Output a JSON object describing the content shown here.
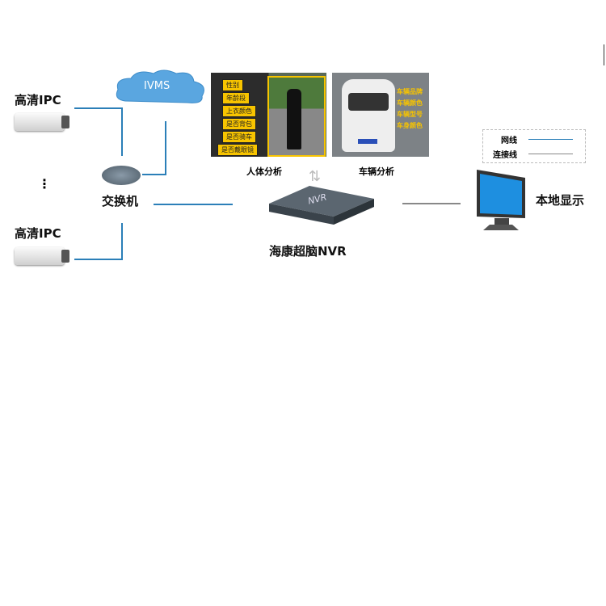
{
  "nodes": {
    "ipc_top": "高清IPC",
    "ipc_bottom": "高清IPC",
    "ellipsis": "⋮",
    "cloud": "IVMS",
    "switch": "交换机",
    "nvr": "海康超脑NVR",
    "nvr_logo": "NVR",
    "display": "本地显示"
  },
  "human_analysis": {
    "caption": "人体分析",
    "tags": [
      "性别",
      "年龄段",
      "上衣颜色",
      "是否背包",
      "是否骑车",
      "是否戴眼镜"
    ]
  },
  "vehicle_analysis": {
    "caption": "车辆分析",
    "tags": [
      "车辆品牌",
      "车辆颜色",
      "车辆型号",
      "车身颜色"
    ]
  },
  "legend": {
    "network": "网线",
    "connection": "连接线"
  },
  "colors": {
    "network": "#2b7fb8",
    "connection": "#888888",
    "tag": "#f7c400"
  }
}
